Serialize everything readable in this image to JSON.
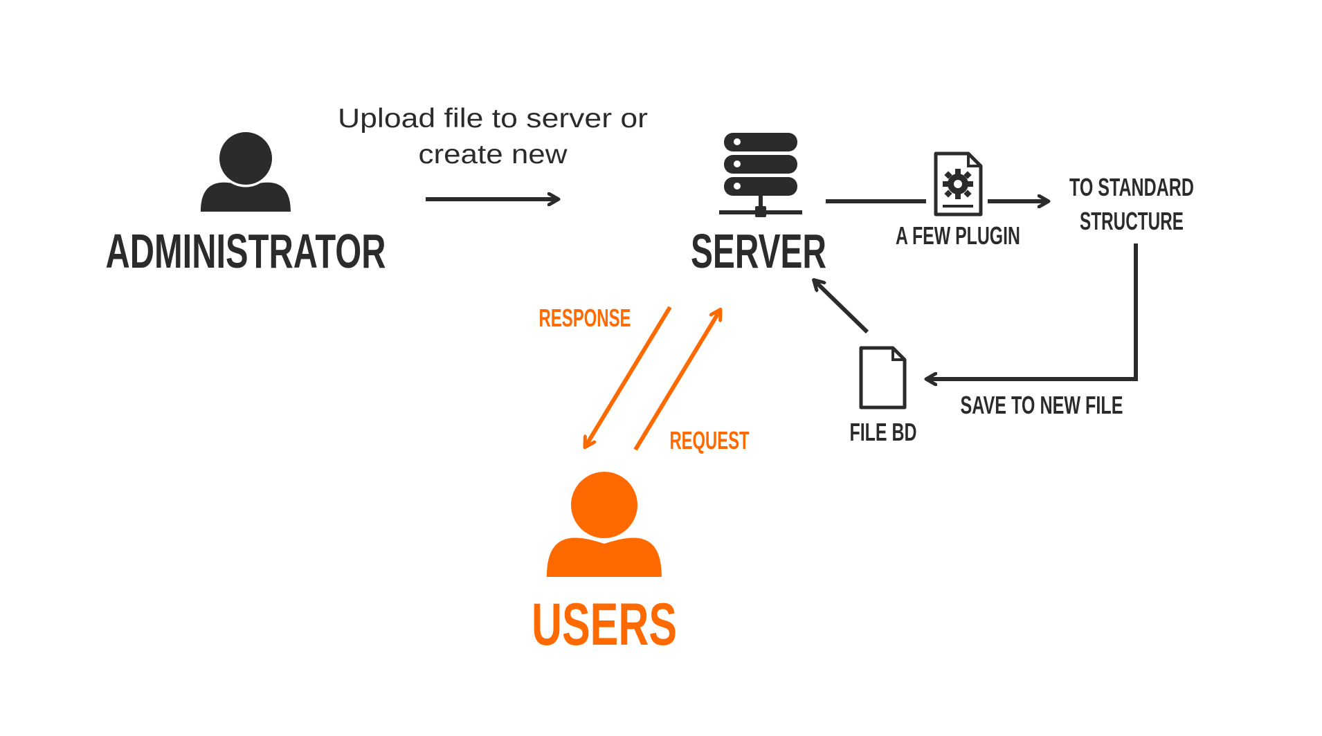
{
  "nodes": {
    "administrator": "ADMINISTRATOR",
    "server": "SERVER",
    "users": "USERS",
    "plugin": "A FEW PLUGIN",
    "standard_line1": "TO STANDARD",
    "standard_line2": "STRUCTURE",
    "file_bd": "FILE BD"
  },
  "edges": {
    "upload_line1": "Upload file to server or",
    "upload_line2": "create new",
    "response": "RESPONSE",
    "request": "REQUEST",
    "save": "SAVE TO NEW FILE"
  },
  "icons": {
    "administrator": "person-icon",
    "server": "server-icon",
    "plugin": "gear-document-icon",
    "file": "document-icon",
    "users": "person-icon"
  },
  "colors": {
    "dark": "#2b2b2b",
    "accent": "#ff6a00",
    "background": "#ffffff"
  }
}
